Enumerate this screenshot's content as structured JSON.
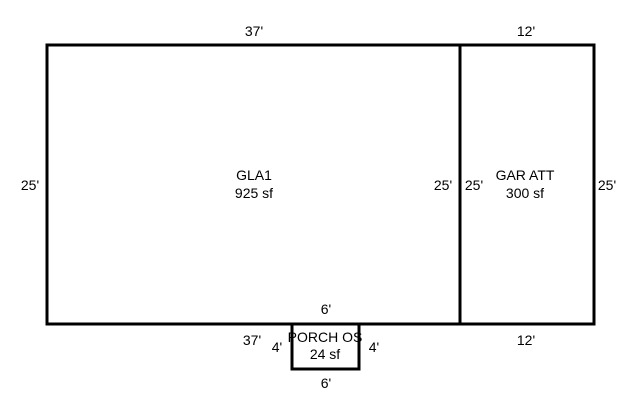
{
  "colors": {
    "background": "#ffffff",
    "ink": "#000000"
  },
  "areas": {
    "gla1": {
      "name": "GLA1",
      "area": "925 sf",
      "dims": {
        "top": "37'",
        "bottom": "37'",
        "left": "25'",
        "right": "25'"
      }
    },
    "garage": {
      "name": "GAR ATT",
      "area": "300 sf",
      "dims": {
        "top": "12'",
        "bottom": "12'",
        "left": "25'",
        "right": "25'"
      }
    },
    "porch": {
      "name": "PORCH OS",
      "area": "24 sf",
      "dims": {
        "top": "6'",
        "bottom": "6'",
        "left": "4'",
        "right": "4'"
      }
    }
  }
}
